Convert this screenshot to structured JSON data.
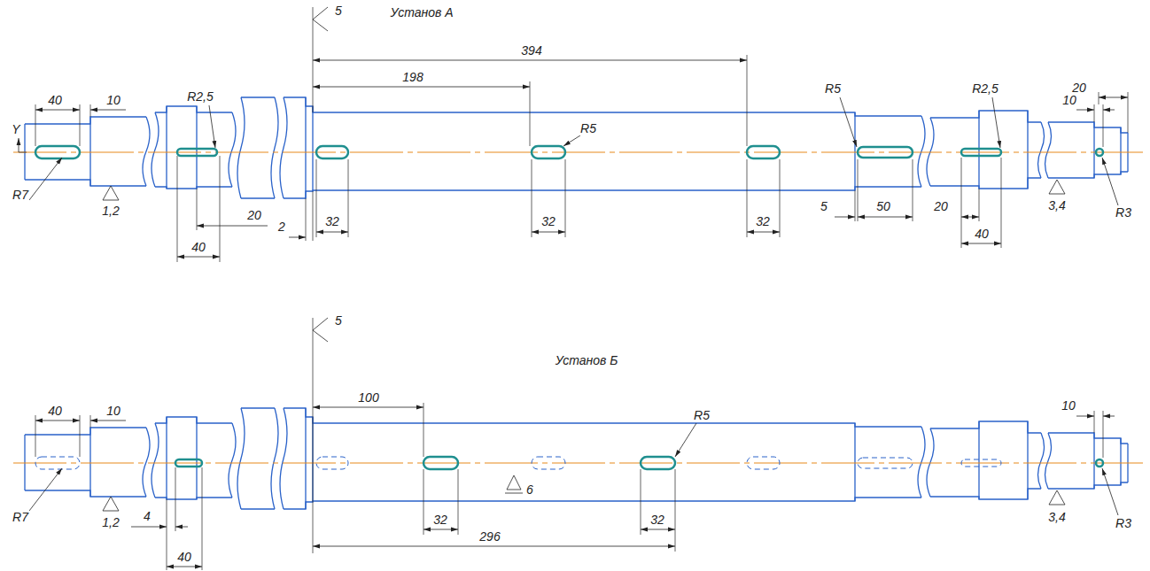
{
  "diagram": {
    "labels": [
      "Установ А",
      "5",
      "394",
      "198",
      "40",
      "10",
      "Y",
      "R2,5",
      "R5",
      "R5",
      "R2,5",
      "20",
      "10",
      "R7",
      "1,2",
      "20",
      "2",
      "32",
      "32",
      "32",
      "5",
      "50",
      "20",
      "40",
      "40",
      "3,4",
      "R3",
      "Установ Б",
      "5",
      "100",
      "40",
      "10",
      "R5",
      "10",
      "R7",
      "1,2",
      "4",
      "6",
      "32",
      "32",
      "296",
      "40",
      "3,4",
      "R3"
    ]
  }
}
